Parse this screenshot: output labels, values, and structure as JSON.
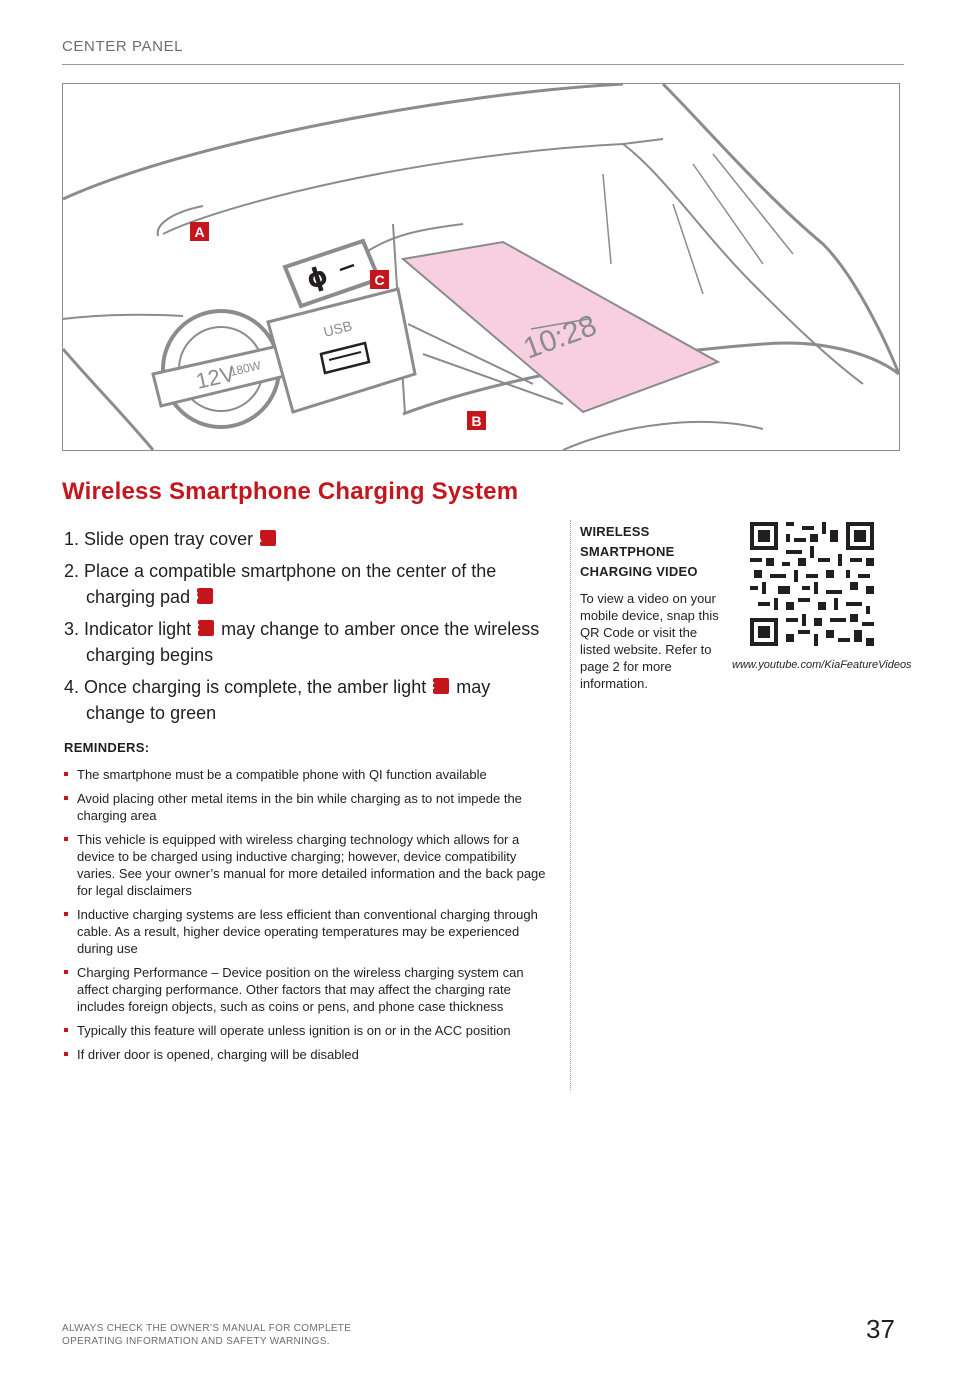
{
  "header": {
    "section": "CENTER PANEL"
  },
  "illustration": {
    "callouts": [
      "A",
      "B",
      "C"
    ],
    "power_outlet_label": "12V",
    "power_outlet_wattage": "180W",
    "usb_label": "USB",
    "phone_clock": "10:28"
  },
  "title": "Wireless Smartphone Charging System",
  "steps": [
    {
      "number": "1.",
      "before": "Slide open tray cover",
      "badge": "A",
      "after": ""
    },
    {
      "number": "2.",
      "before": "Place a compatible smartphone on the center of the charging pad",
      "badge": "B",
      "after": ""
    },
    {
      "number": "3.",
      "before": "Indicator light",
      "badge": "C",
      "after": "may change to amber once the wireless charging begins"
    },
    {
      "number": "4.",
      "before": "Once charging is complete, the amber light",
      "badge": "C",
      "after": "may change to green"
    }
  ],
  "reminders": {
    "heading": "REMINDERS:",
    "items": [
      "The smartphone must be a compatible phone with QI function available",
      "Avoid placing other metal items in the bin while charging as to not impede the charging area",
      "This vehicle is equipped with wireless charging technology which allows for a device to be charged using inductive charging; however, device compatibility varies. See your owner’s manual for more detailed information and the back page for legal disclaimers",
      "Inductive charging systems are less efficient than conventional charging through cable. As a result, higher device operating temperatures may be experienced during use",
      "Charging Performance – Device position on the wireless charging system can affect charging performance. Other factors that may affect the charging rate includes foreign objects, such as coins or pens, and phone case thickness",
      "Typically this feature will operate unless ignition is on or in the ACC position",
      "If driver door is opened, charging will be disabled"
    ]
  },
  "video": {
    "title": "WIRELESS SMARTPHONE CHARGING VIDEO",
    "text": "To view a video on your mobile device, snap this QR Code or visit the listed website. Refer to page 2 for more information.",
    "url": "www.youtube.com/KiaFeatureVideos"
  },
  "footer": {
    "note": "ALWAYS CHECK THE OWNER’S MANUAL FOR COMPLETE OPERATING INFORMATION AND SAFETY WARNINGS.",
    "page_number": "37"
  },
  "colors": {
    "accent": "#c4161c",
    "pad": "#f7cfe0",
    "outline": "#8a8c8e"
  }
}
